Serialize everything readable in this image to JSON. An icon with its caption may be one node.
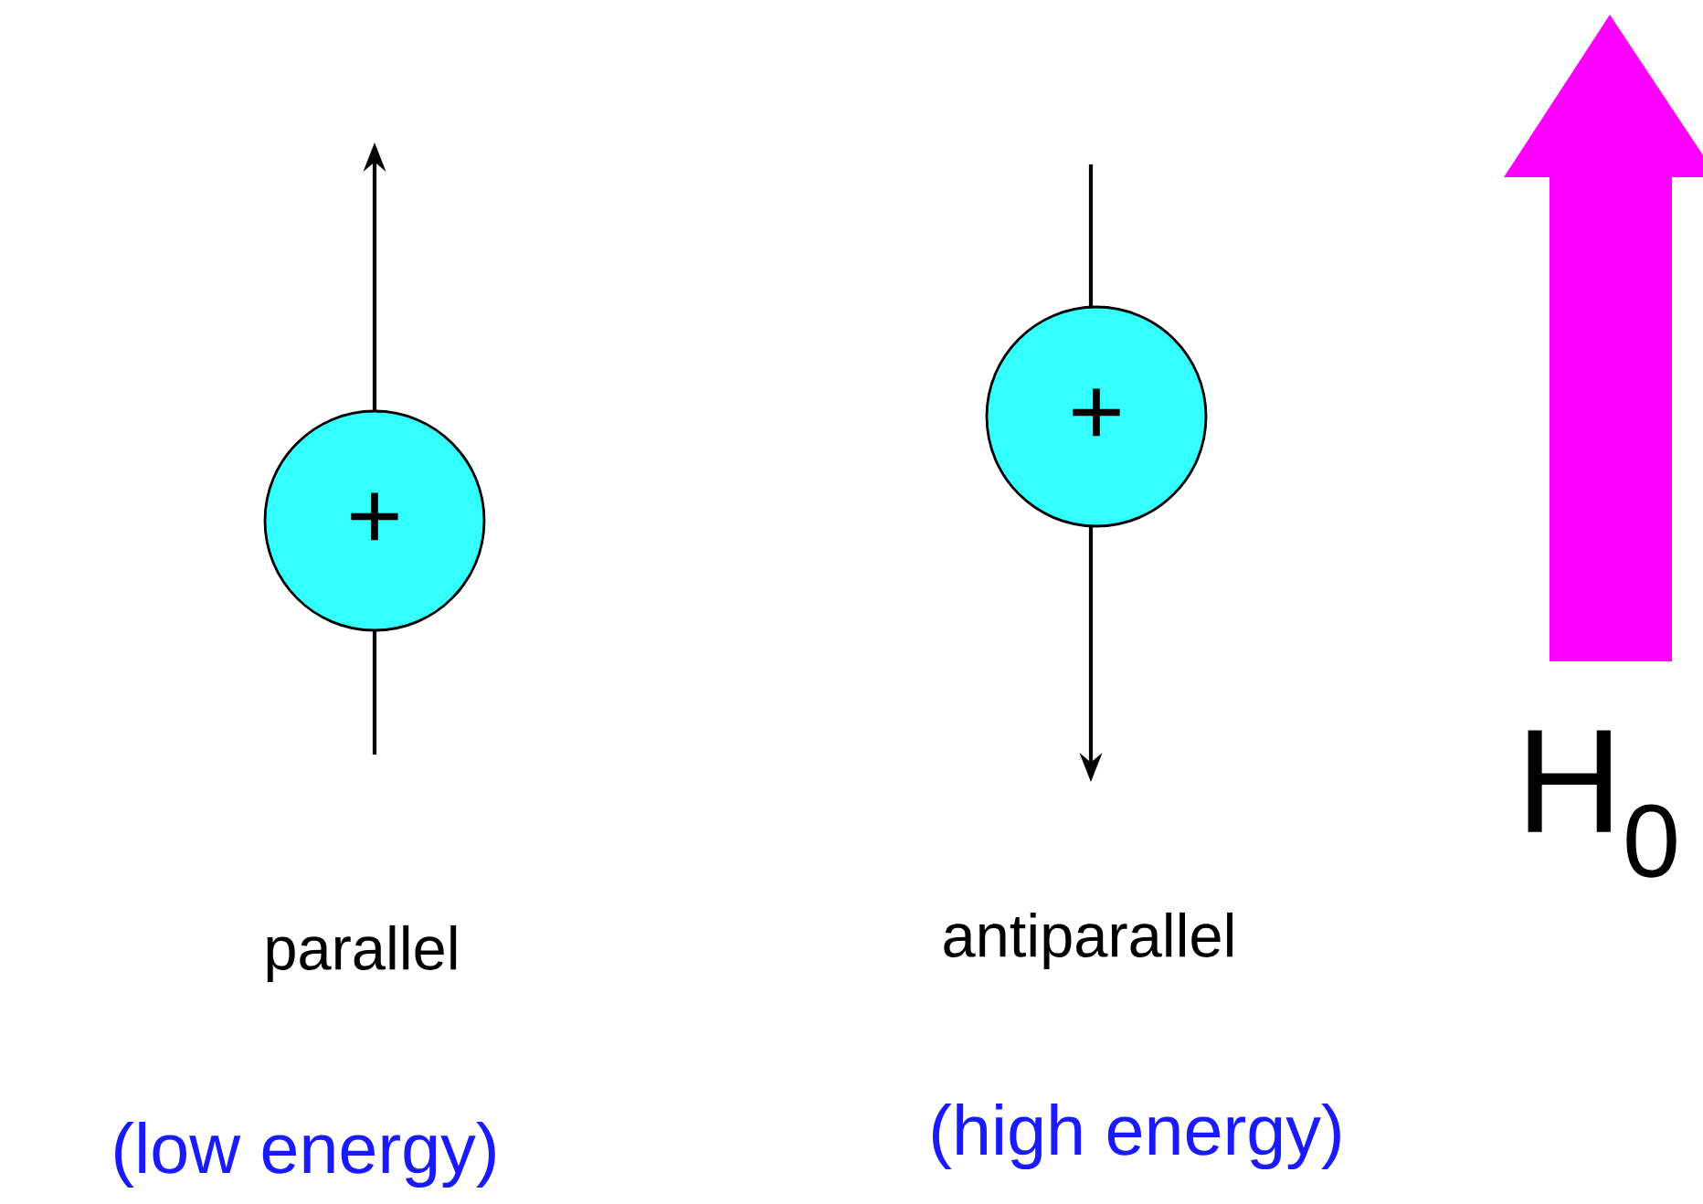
{
  "diagram": {
    "nodes": [
      {
        "text": [
          "+"
        ]
      },
      {
        "text": [
          "+"
        ]
      }
    ],
    "labels": [
      "parallel",
      "(low energy)",
      "antiparallel",
      "(high energy)",
      "H$_{0}$"
    ]
  }
}
